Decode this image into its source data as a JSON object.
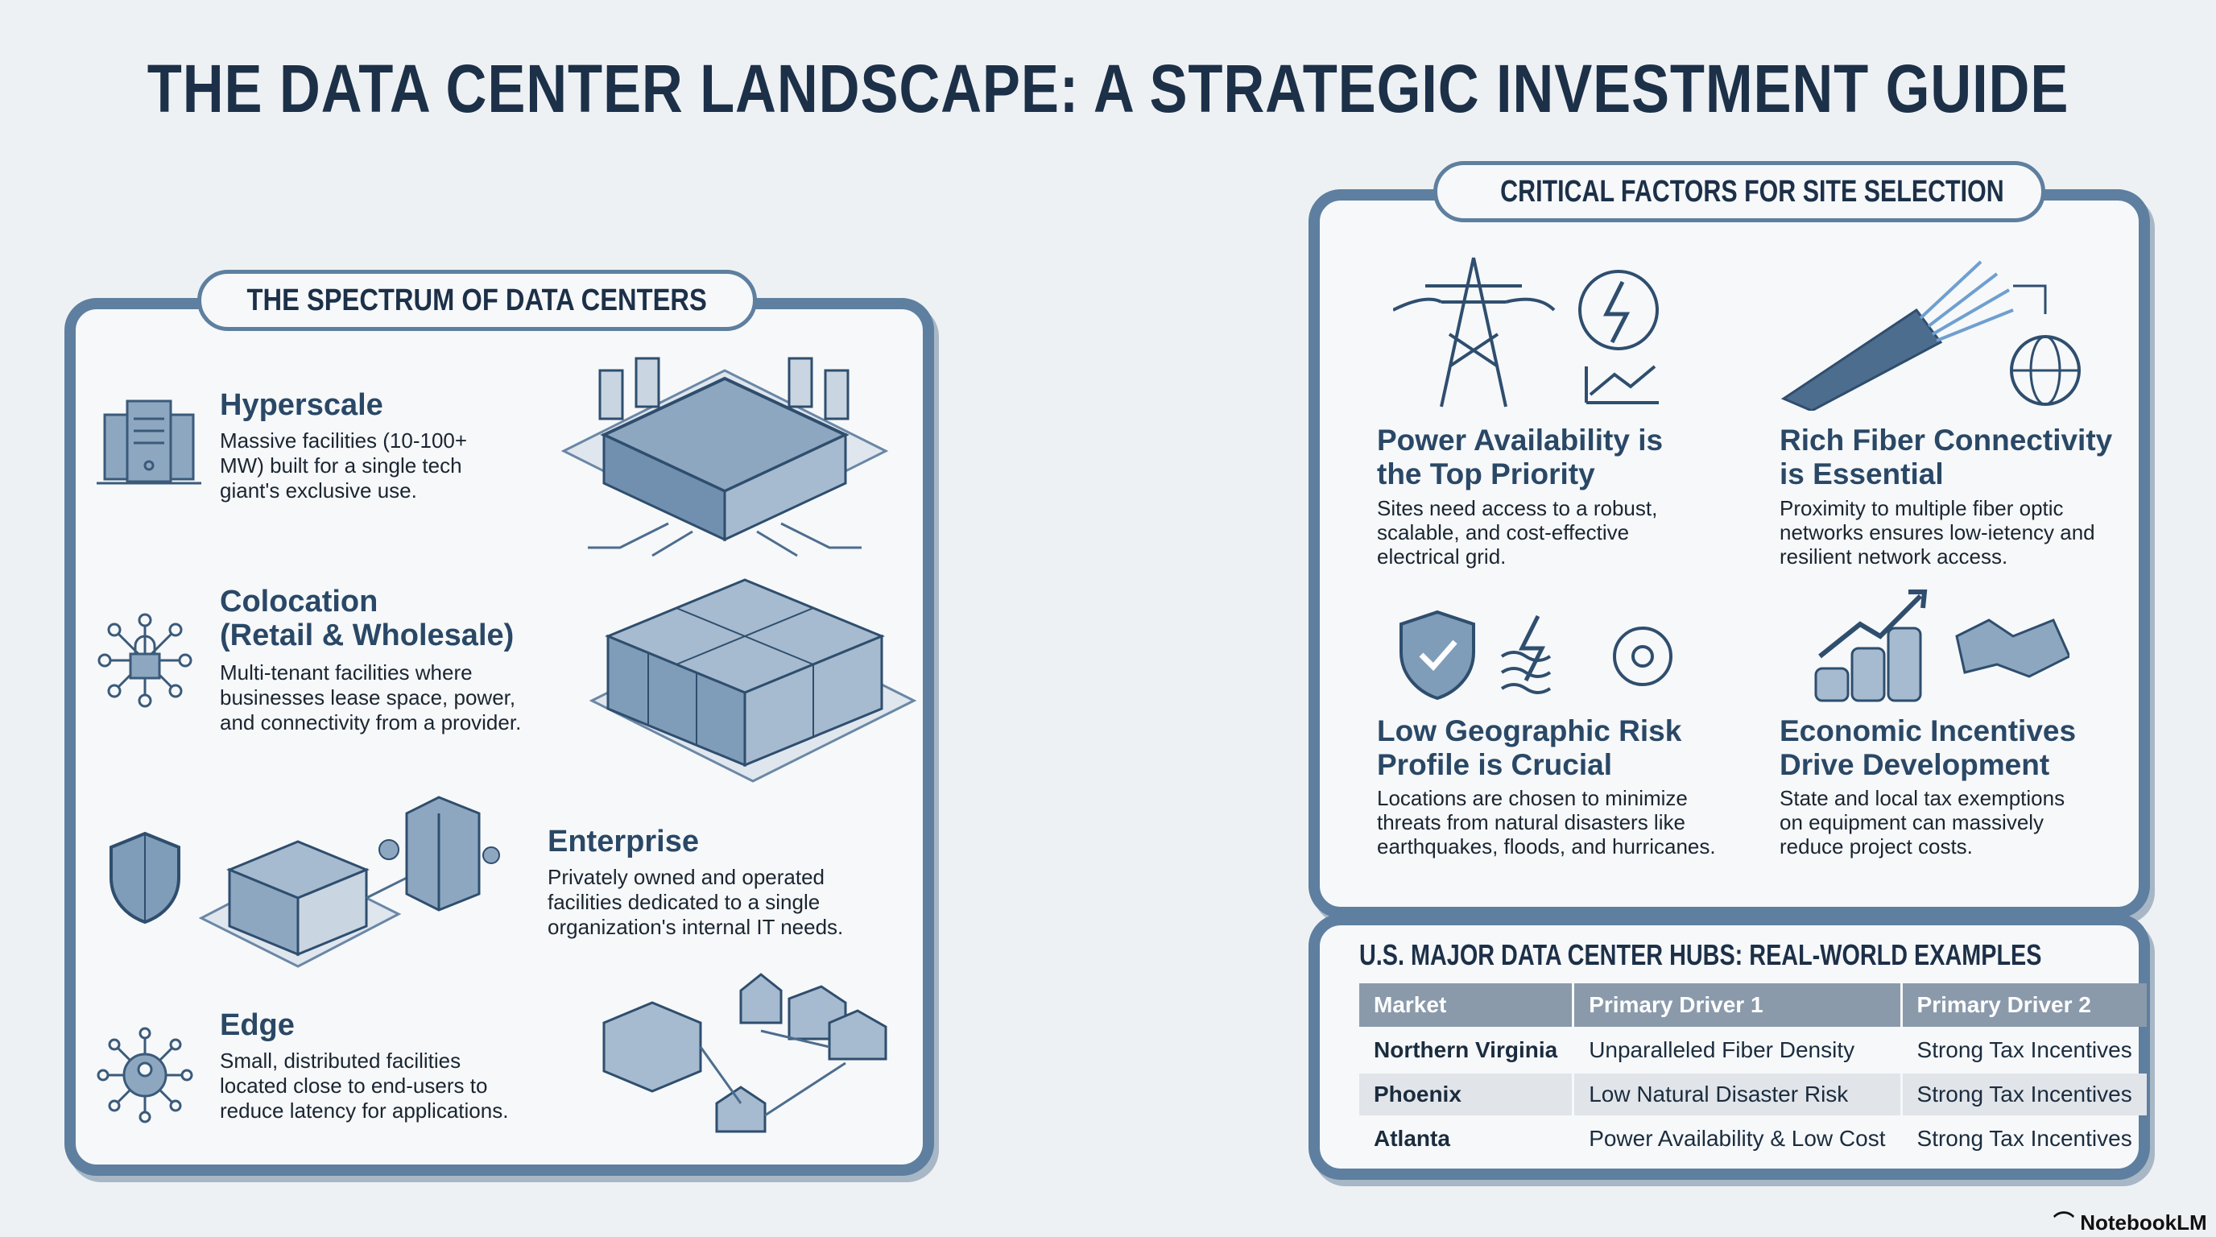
{
  "title": "THE DATA CENTER LANDSCAPE: A STRATEGIC INVESTMENT GUIDE",
  "spectrum": {
    "heading": "THE SPECTRUM OF DATA CENTERS",
    "items": [
      {
        "title": "Hyperscale",
        "desc_lines": [
          "Massive facilities (10-100+",
          "MW) built for a single tech",
          "giant's exclusive use."
        ],
        "icon": "server-icon"
      },
      {
        "title_lines": [
          "Colocation",
          "(Retail & Wholesale)"
        ],
        "desc_lines": [
          "Multi-tenant facilities where",
          "businesses lease space, power,",
          "and connectivity from a provider."
        ],
        "icon": "network-lock-icon"
      },
      {
        "title": "Enterprise",
        "desc_lines": [
          "Privately owned and operated",
          "facilities dedicated to a single",
          "organization's internal IT needs."
        ],
        "icon": "shield-icon"
      },
      {
        "title": "Edge",
        "desc_lines": [
          "Small, distributed facilities",
          "located close to end-users to",
          "reduce latency for applications."
        ],
        "icon": "user-network-icon"
      }
    ]
  },
  "factors": {
    "heading": "CRITICAL FACTORS FOR SITE SELECTION",
    "items": [
      {
        "title_lines": [
          "Power Availability is",
          "the Top Priority"
        ],
        "desc_lines": [
          "Sites need access to a robust,",
          "scalable, and cost-effective",
          "electrical grid."
        ],
        "icon": "power-tower-icon"
      },
      {
        "title_lines": [
          "Rich Fiber Connectivity",
          "is Essential"
        ],
        "desc_lines": [
          "Proximity to multiple fiber optic",
          "networks ensures low-ietency and",
          "resilient network access."
        ],
        "icon": "fiber-cable-icon"
      },
      {
        "title_lines": [
          "Low Geographic Risk",
          "Profile is Crucial"
        ],
        "desc_lines": [
          "Locations are chosen to minimize",
          "threats from natural disasters like",
          "earthquakes, floods, and hurricanes."
        ],
        "icon": "shield-check-icon"
      },
      {
        "title_lines": [
          "Economic Incentives",
          "Drive Development"
        ],
        "desc_lines": [
          "State and local tax exemptions",
          "on equipment can massively",
          "reduce project costs."
        ],
        "icon": "coins-growth-icon"
      }
    ]
  },
  "hubs": {
    "heading": "U.S. MAJOR DATA CENTER HUBS: REAL-WORLD EXAMPLES",
    "columns": [
      "Market",
      "Primary Driver 1",
      "Primary Driver 2"
    ],
    "rows": [
      [
        "Northern Virginia",
        "Unparalleled Fiber Density",
        "Strong Tax Incentives"
      ],
      [
        "Phoenix",
        "Low Natural Disaster Risk",
        "Strong Tax Incentives"
      ],
      [
        "Atlanta",
        "Power Availability & Low Cost",
        "Strong Tax Incentives"
      ]
    ]
  },
  "branding": "NotebookLM",
  "colors": {
    "accent": "#5e7f9f",
    "heading": "#2a4866",
    "title": "#1c3048"
  }
}
